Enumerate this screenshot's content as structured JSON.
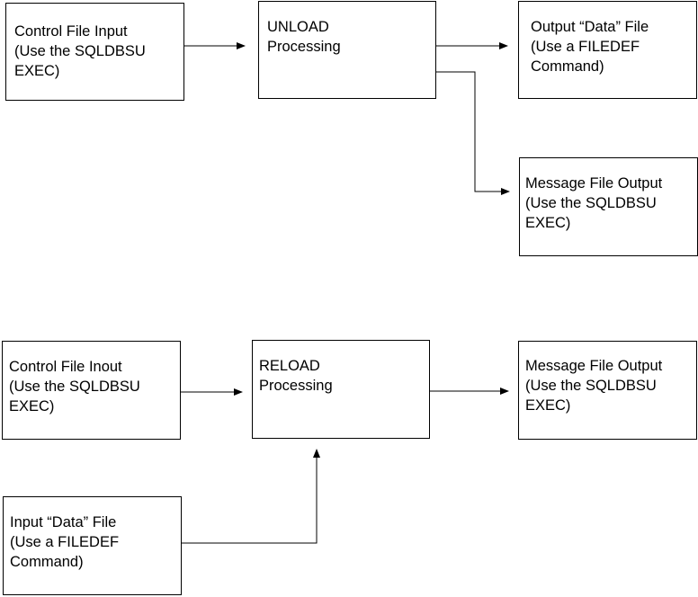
{
  "unload": {
    "control_input": [
      "Control File Input",
      "(Use the SQLDBSU",
      "EXEC)"
    ],
    "processing": [
      "UNLOAD",
      "Processing"
    ],
    "output_data": [
      "Output “Data” File",
      "(Use a FILEDEF",
      "Command)"
    ],
    "message_output": [
      "Message File Output",
      "(Use the SQLDBSU",
      "EXEC)"
    ]
  },
  "reload": {
    "control_input": [
      "Control File Inout",
      "(Use the SQLDBSU",
      "EXEC)"
    ],
    "processing": [
      "RELOAD",
      "Processing"
    ],
    "message_output": [
      "Message File Output",
      "(Use the SQLDBSU",
      "EXEC)"
    ],
    "input_data": [
      "Input “Data” File",
      "(Use a FILEDEF",
      "Command)"
    ]
  }
}
